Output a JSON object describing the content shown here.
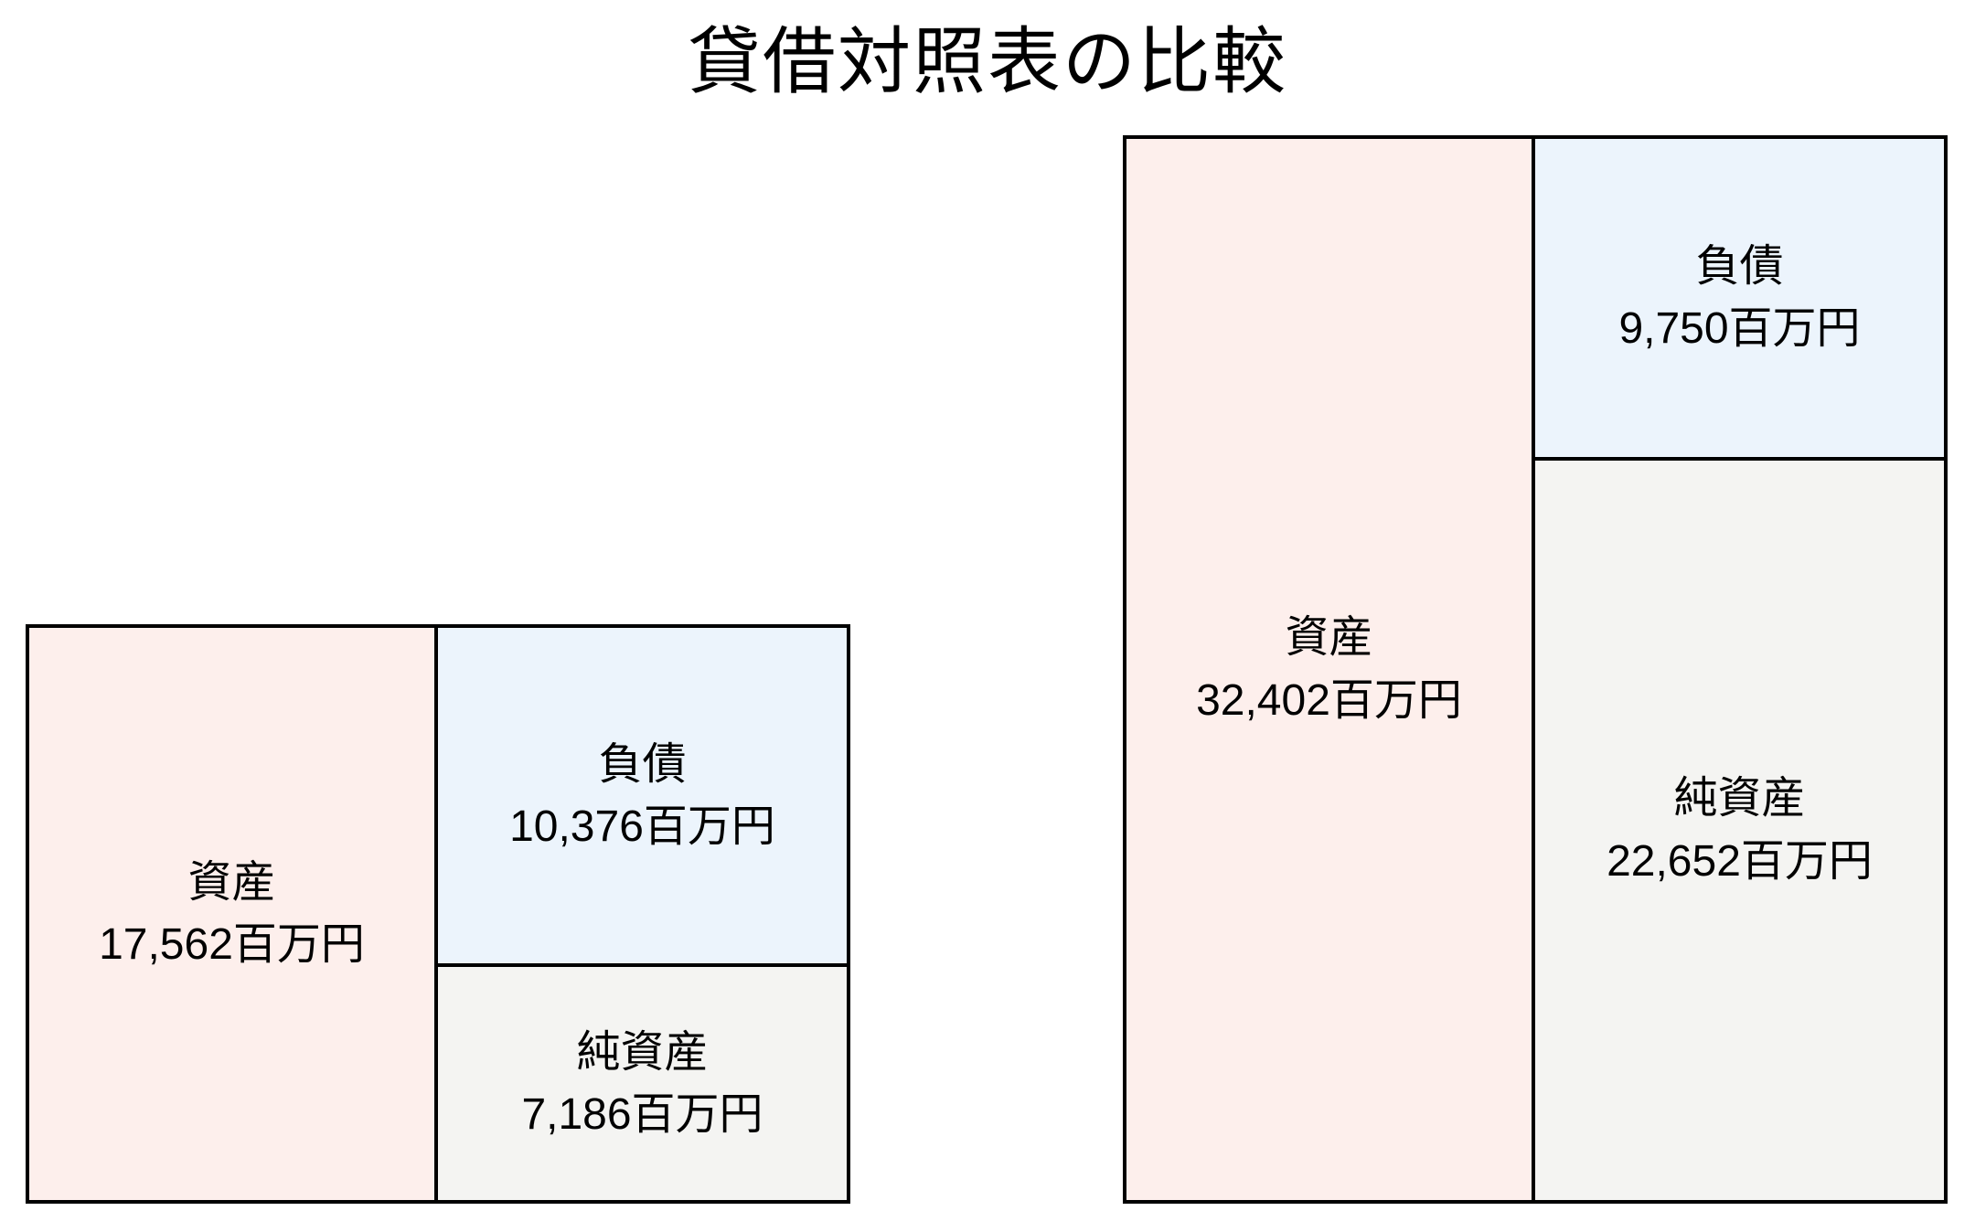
{
  "chart_data": {
    "type": "bar",
    "subtype": "balance-sheet-box-comparison",
    "title": "貸借対照表の比較",
    "unit": "百万円",
    "grid": false,
    "legend_position": "none",
    "orientation": "two side-by-side box charts, bottom-aligned, heights proportional to total assets; left half of each box = assets, right half split top/bottom into liabilities and net assets",
    "balance_sheets": [
      {
        "position": "left",
        "assets": {
          "label": "資産",
          "value": 17562,
          "value_text": "17,562百万円"
        },
        "liabilities": {
          "label": "負債",
          "value": 10376,
          "value_text": "10,376百万円"
        },
        "net_assets": {
          "label": "純資産",
          "value": 7186,
          "value_text": "7,186百万円"
        }
      },
      {
        "position": "right",
        "assets": {
          "label": "資産",
          "value": 32402,
          "value_text": "32,402百万円"
        },
        "liabilities": {
          "label": "負債",
          "value": 9750,
          "value_text": "9,750百万円"
        },
        "net_assets": {
          "label": "純資産",
          "value": 22652,
          "value_text": "22,652百万円"
        }
      }
    ],
    "colors": {
      "assets_fill": "#fdefec",
      "liabilities_fill": "#ecf4fc",
      "net_assets_fill": "#f4f4f2",
      "border": "#000000",
      "text": "#000000",
      "background": "#ffffff"
    }
  }
}
